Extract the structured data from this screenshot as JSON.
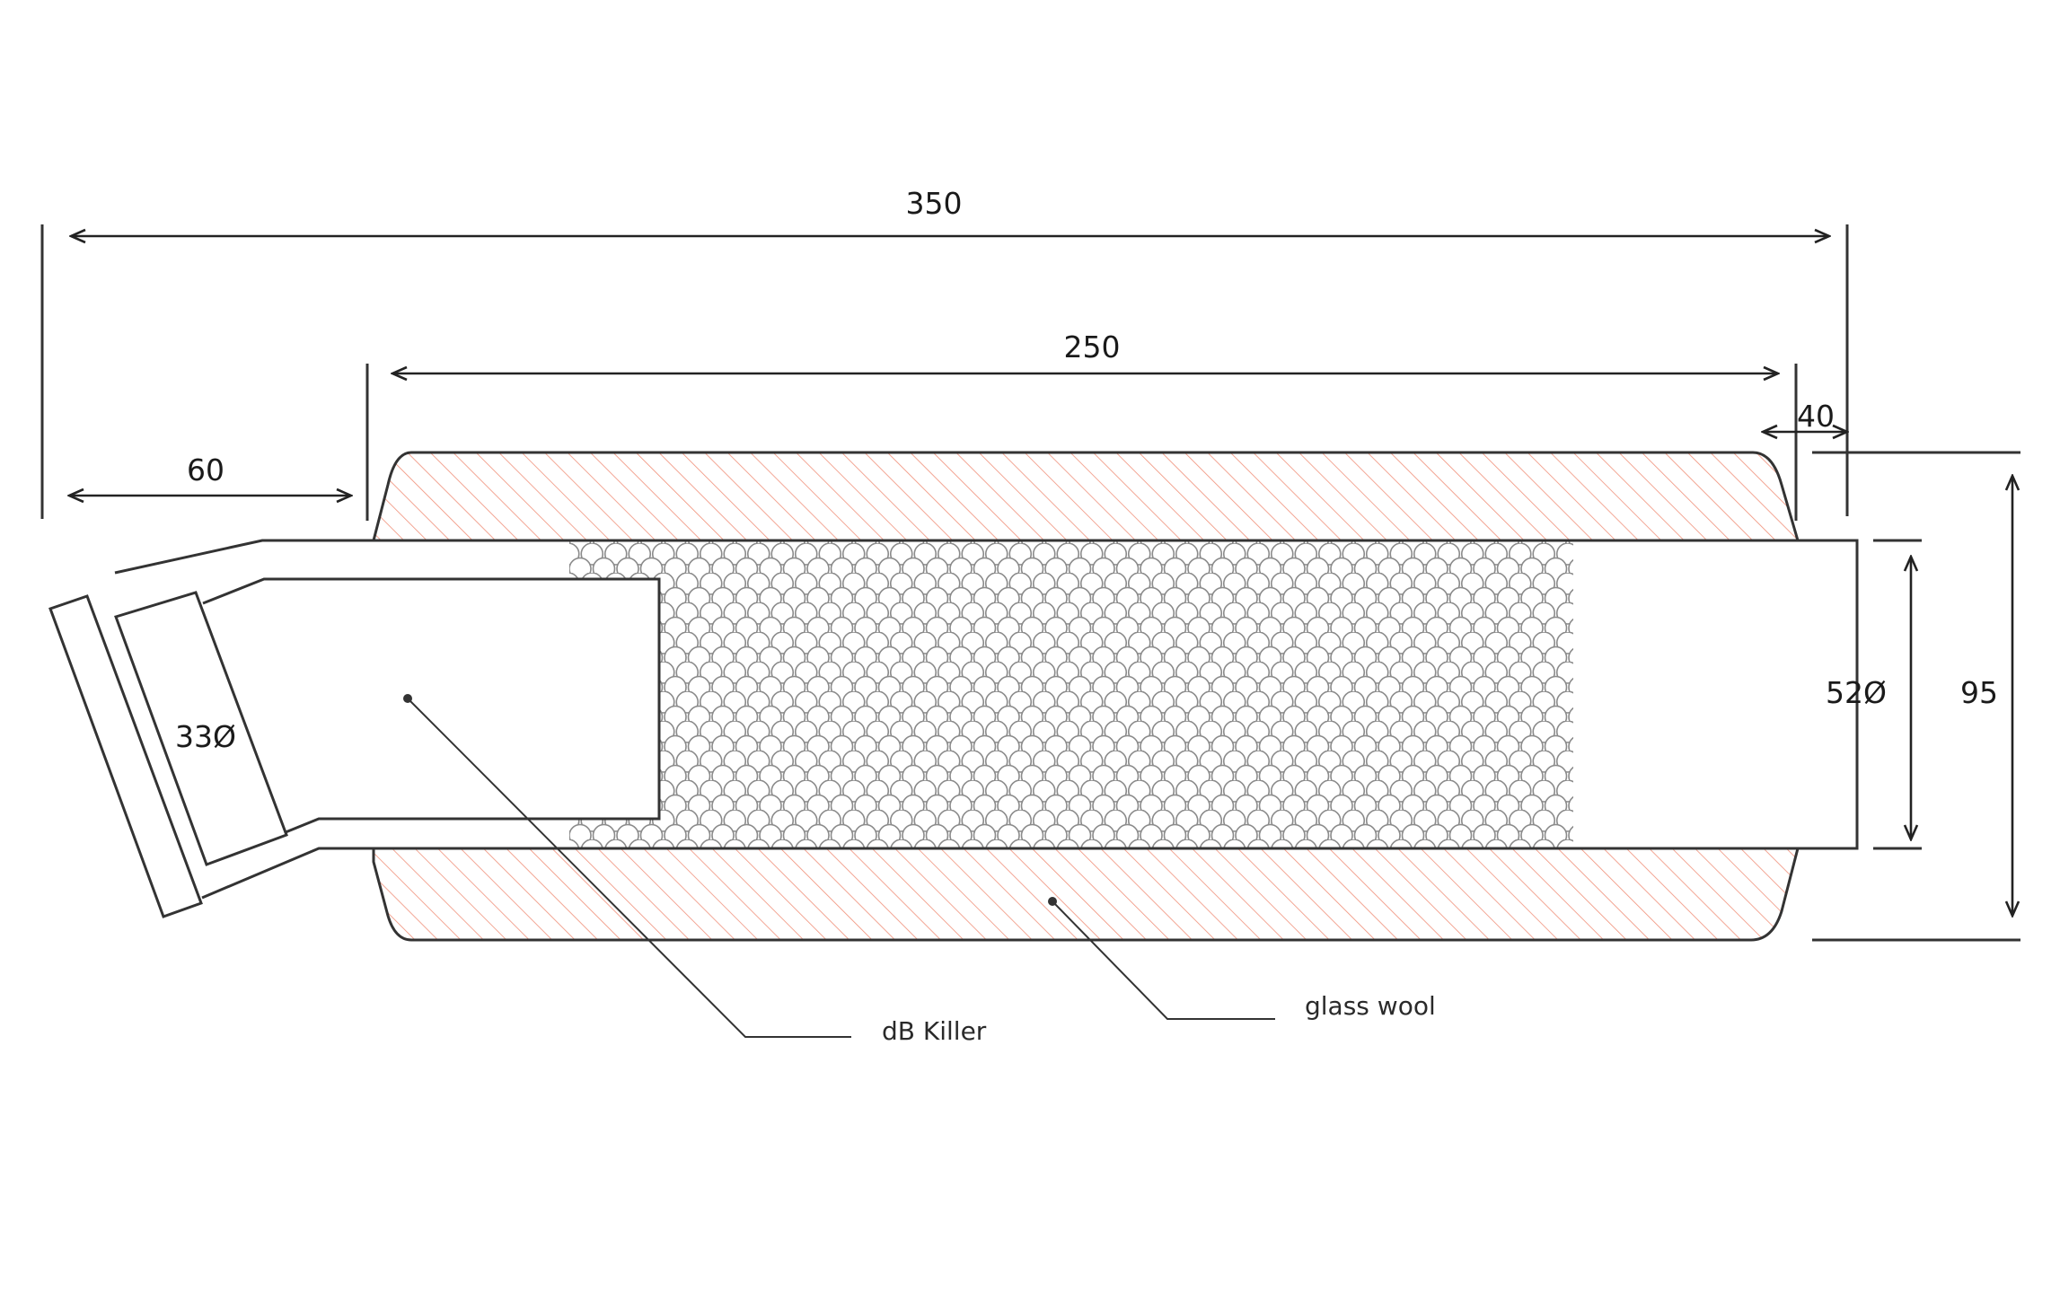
{
  "dimensions": {
    "total_length": "350",
    "body_length": "250",
    "inlet_length": "60",
    "taper_length": "40",
    "inlet_diameter": "33Ø",
    "pipe_diameter": "52Ø",
    "outer_diameter": "95"
  },
  "callouts": {
    "perforated_insert": "dB Killer",
    "insulation": "glass wool"
  },
  "colors": {
    "outline": "#333333",
    "hatch": "#f0907a",
    "perforation": "#8a8a8a",
    "dimension": "#222222"
  }
}
